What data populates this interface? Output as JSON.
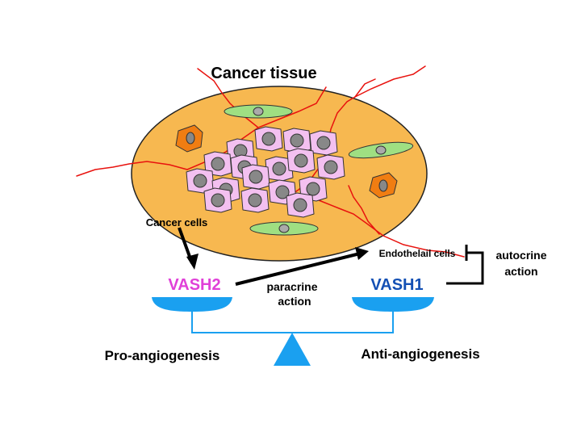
{
  "title": "Cancer tissue",
  "labels": {
    "cancer_cells": "Cancer cells",
    "endothelial_cells": "Endothelail cells",
    "vash2": "VASH2",
    "vash1": "VASH1",
    "paracrine_line1": "paracrine",
    "paracrine_line2": "action",
    "autocrine_line1": "autocrine",
    "autocrine_line2": "action",
    "pro": "Pro-angiogenesis",
    "anti": "Anti-angiogenesis"
  },
  "colors": {
    "tissue_fill": "#f7b850",
    "vessel": "#e8120e",
    "cancer_cell": "#f3c0f0",
    "nucleus": "#888888",
    "endothelial_cell": "#9fdf82",
    "macrophage": "#f07d12",
    "vash2": "#e040d8",
    "vash1": "#1450b4",
    "balance": "#1aa0f0"
  }
}
